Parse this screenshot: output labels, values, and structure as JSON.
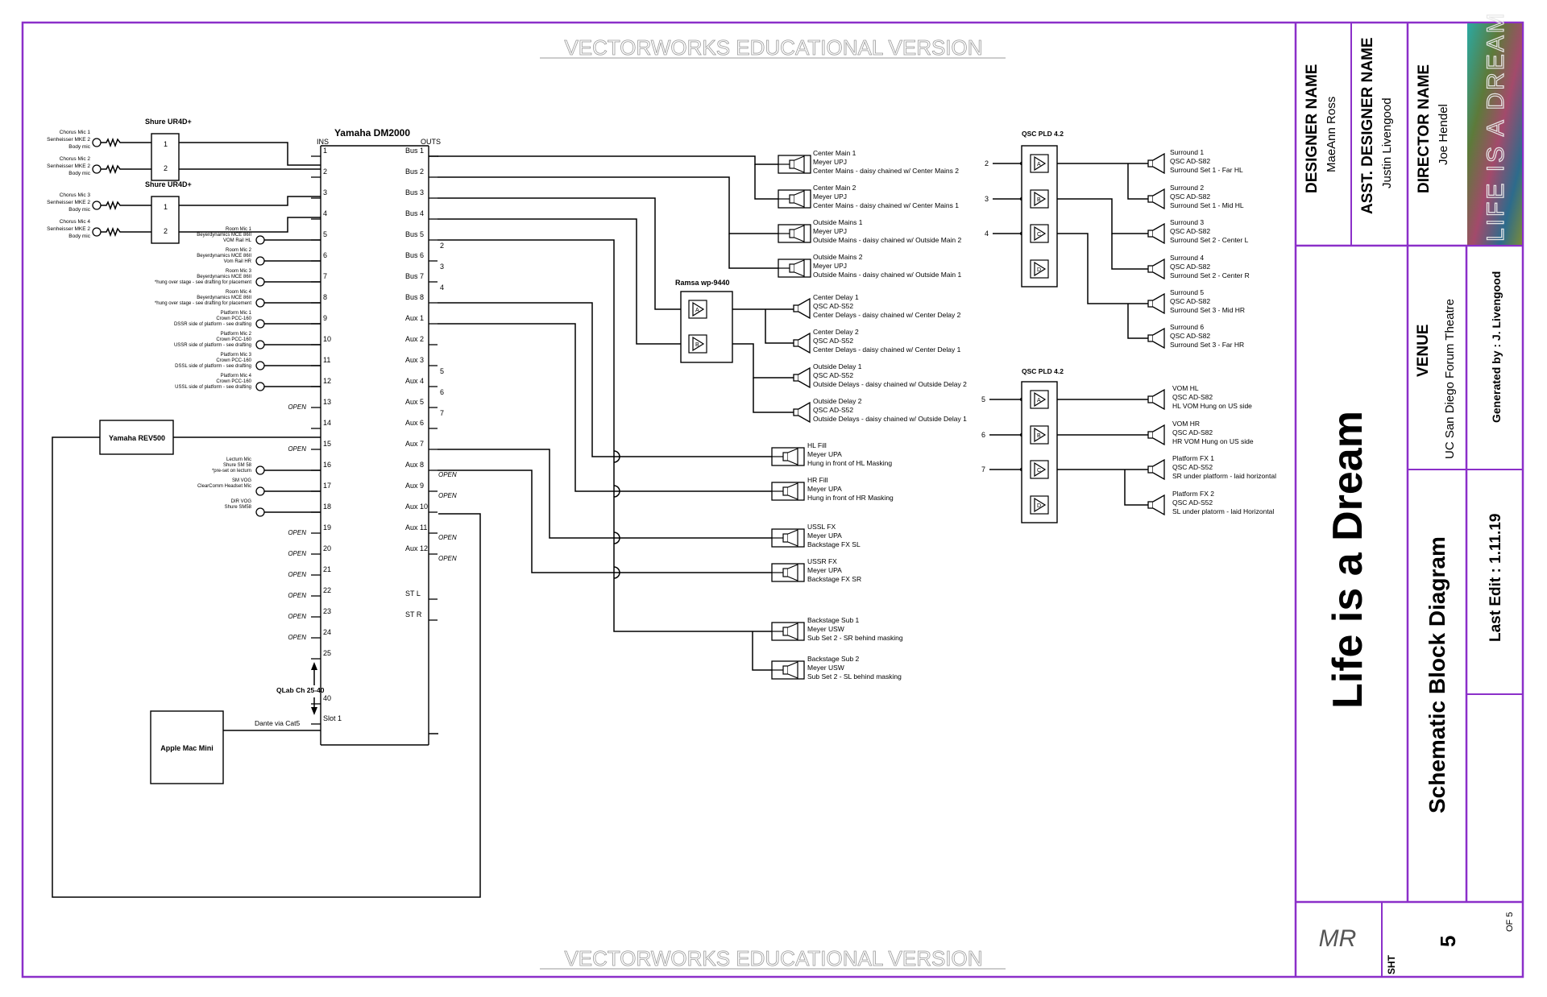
{
  "watermark": "VECTORWORKS EDUCATIONAL VERSION",
  "colors": {
    "border": "#8b2fc9",
    "line": "#000000",
    "watermark": "#9a9a9a"
  },
  "console": {
    "title": "Yamaha DM2000",
    "ins_label": "INS",
    "outs_label": "OUTS"
  },
  "mic_devices": [
    {
      "label": "Shure UR4D+"
    },
    {
      "label": "Shure UR4D+"
    }
  ],
  "mic_receivers_ports": [
    "1",
    "2",
    "1",
    "2"
  ],
  "wireless_mics": [
    {
      "lines": [
        "Chorus Mic 1",
        "Senheisser MKE 2",
        "Body mic"
      ]
    },
    {
      "lines": [
        "Chorus Mic 2",
        "Senheisser MKE 2",
        "Body mic"
      ]
    },
    {
      "lines": [
        "Chorus Mic 3",
        "Senheisser MKE 2",
        "Body mic"
      ]
    },
    {
      "lines": [
        "Chorus Mic 4",
        "Senheisser MKE 2",
        "Body mic"
      ]
    }
  ],
  "wired_mics": [
    {
      "ch": 5,
      "lines": [
        "Room Mic 1",
        "Beyerdynamics MCE 86II",
        "VOM Rail HL"
      ]
    },
    {
      "ch": 6,
      "lines": [
        "Room Mic 2",
        "Beyerdynamics MCE 86II",
        "Vom Rail HR"
      ]
    },
    {
      "ch": 7,
      "lines": [
        "Room Mic 3",
        "Beyerdynamics MCE 86II",
        "*hung over stage - see drafting for placement"
      ]
    },
    {
      "ch": 8,
      "lines": [
        "Room Mic 4",
        "Beyerdynamics MCE 86II",
        "*hung over stage - see drafting for placement"
      ]
    },
    {
      "ch": 9,
      "lines": [
        "Platform Mic 1",
        "Crown PCC-160",
        "DSSR side of platform - see drafting"
      ]
    },
    {
      "ch": 10,
      "lines": [
        "Platform Mic 2",
        "Crown PCC-160",
        "USSR side of platform - see drafting"
      ]
    },
    {
      "ch": 11,
      "lines": [
        "Platform Mic 3",
        "Crown PCC-160",
        "DSSL side of platform - see drafting"
      ]
    },
    {
      "ch": 12,
      "lines": [
        "Platform Mic 4",
        "Crown PCC-160",
        "USSL side of platform - see drafting"
      ]
    },
    {
      "ch": 16,
      "lines": [
        "Lecturn Mic",
        "Shure SM 58",
        "*pre-set on lecturn"
      ]
    },
    {
      "ch": 17,
      "lines": [
        "SM VOG",
        "ClearComm Headset Mic"
      ]
    },
    {
      "ch": 18,
      "lines": [
        "DIR VOG",
        "Shure SM58"
      ]
    }
  ],
  "inputs": [
    "1",
    "2",
    "3",
    "4",
    "5",
    "6",
    "7",
    "8",
    "9",
    "10",
    "11",
    "12",
    "13",
    "14",
    "15",
    "16",
    "17",
    "18",
    "19",
    "20",
    "21",
    "22",
    "23",
    "24",
    "25",
    "40",
    "Slot 1"
  ],
  "open_label": "OPEN",
  "outputs": [
    "Bus 1",
    "Bus 2",
    "Bus 3",
    "Bus 4",
    "Bus 5",
    "Bus 6",
    "Bus 7",
    "Bus 8",
    "Aux 1",
    "Aux 2",
    "Aux 3",
    "Aux 4",
    "Aux 5",
    "Aux 6",
    "Aux 7",
    "Aux 8",
    "Aux 9",
    "Aux 10",
    "Aux 11",
    "Aux 12",
    "ST L",
    "ST R"
  ],
  "output_feeds": [
    "2",
    "3",
    "4",
    "5",
    "6",
    "7"
  ],
  "reverb": {
    "label": "Yamaha REV500"
  },
  "qlab": {
    "label": "QLab Ch 25-40"
  },
  "mac": {
    "label": "Apple Mac Mini",
    "link": "Dante via Cat5"
  },
  "ramsa": {
    "label": "Ramsa wp-9440",
    "ch_a": "A",
    "ch_b": "B"
  },
  "qsc1": {
    "label": "QSC PLD 4.2",
    "inputs": [
      "2",
      "3",
      "4"
    ],
    "channels": [
      "A",
      "B",
      "C",
      "D"
    ]
  },
  "qsc2": {
    "label": "QSC PLD 4.2",
    "inputs": [
      "5",
      "6",
      "7"
    ],
    "channels": [
      "A",
      "B",
      "C",
      "D"
    ]
  },
  "speakers_main": [
    {
      "lines": [
        "Center Main 1",
        "Meyer UPJ",
        "Center Mains - daisy chained w/ Center Mains 2"
      ]
    },
    {
      "lines": [
        "Center Main 2",
        "Meyer UPJ",
        "Center Mains - daisy chained w/ Center Mains 1"
      ]
    },
    {
      "lines": [
        "Outside Mains 1",
        "Meyer UPJ",
        "Outside Mains - daisy chained w/ Outside Main 2"
      ]
    },
    {
      "lines": [
        "Outside Mains 2",
        "Meyer UPJ",
        "Outside Mains - daisy chained w/ Outside Main 1"
      ]
    },
    {
      "lines": [
        "Center Delay 1",
        "QSC AD-S52",
        "Center Delays - daisy chained w/ Center Delay 2"
      ]
    },
    {
      "lines": [
        "Center Delay 2",
        "QSC AD-S52",
        "Center Delays - daisy chained w/ Center Delay 1"
      ]
    },
    {
      "lines": [
        "Outside Delay 1",
        "QSC AD-S52",
        "Outside Delays - daisy chained w/ Outside Delay 2"
      ]
    },
    {
      "lines": [
        "Outside Delay 2",
        "QSC AD-S52",
        "Outside Delays - daisy chained w/ Outside Delay 1"
      ]
    }
  ],
  "speakers_fx": [
    {
      "lines": [
        "HL Fill",
        "Meyer UPA",
        "Hung in front of HL Masking"
      ]
    },
    {
      "lines": [
        "HR Fill",
        "Meyer UPA",
        "Hung in front of HR Masking"
      ]
    },
    {
      "lines": [
        "USSL FX",
        "Meyer UPA",
        "Backstage FX SL"
      ]
    },
    {
      "lines": [
        "USSR FX",
        "Meyer UPA",
        "Backstage FX SR"
      ]
    },
    {
      "lines": [
        "Backstage Sub 1",
        "Meyer USW",
        "Sub Set 2 - SR behind masking"
      ]
    },
    {
      "lines": [
        "Backstage Sub 2",
        "Meyer USW",
        "Sub Set 2 - SL behind masking"
      ]
    }
  ],
  "speakers_surround": [
    {
      "lines": [
        "Surround 1",
        "QSC AD-S82",
        "Surround Set 1 - Far HL"
      ]
    },
    {
      "lines": [
        "Surround 2",
        "QSC AD-S82",
        "Surround Set 1 - Mid HL"
      ]
    },
    {
      "lines": [
        "Surround 3",
        "QSC AD-S82",
        "Surround Set 2 - Center L"
      ]
    },
    {
      "lines": [
        "Surround 4",
        "QSC AD-S82",
        "Surround Set 2 - Center R"
      ]
    },
    {
      "lines": [
        "Surround 5",
        "QSC AD-S82",
        "Surround Set 3 - Mid HR"
      ]
    },
    {
      "lines": [
        "Surround 6",
        "QSC AD-S82",
        "Surround Set 3 - Far HR"
      ]
    }
  ],
  "speakers_vom": [
    {
      "lines": [
        "VOM HL",
        "QSC AD-S82",
        "HL VOM Hung on US side"
      ]
    },
    {
      "lines": [
        "VOM HR",
        "QSC AD-S82",
        "HR VOM Hung on US side"
      ]
    },
    {
      "lines": [
        "Platform FX 1",
        "QSC AD-S52",
        "SR under platform - laid horizontal"
      ]
    },
    {
      "lines": [
        "Platform FX 2",
        "QSC AD-S52",
        "SL under platorm - laid Horizontal"
      ]
    }
  ],
  "title_block": {
    "designer_label": "DESIGNER NAME",
    "designer": "MaeAnn Ross",
    "asst_label": "ASST. DESIGNER NAME",
    "asst": "Justin Livengood",
    "director_label": "DIRECTOR NAME",
    "director": "Joe Hendel",
    "logo_text": "LIFE IS A DREAM",
    "show_title": "Life is a Dream",
    "sheet_title": "Schematic Block Diagram",
    "venue_label": "VENUE",
    "venue": "UC San Diego Forum Theatre",
    "generated": "Generated by : J. Livengood",
    "last_edit": "Last Edit : 1.11.19",
    "sht_label": "SHT",
    "sheet_number": "5",
    "of_label": "OF 5",
    "monogram": "MR"
  }
}
